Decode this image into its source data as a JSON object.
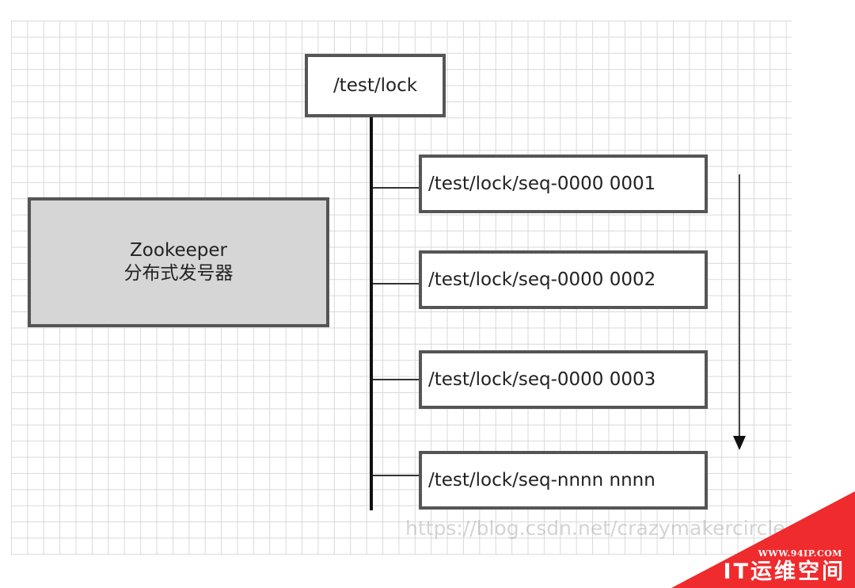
{
  "diagram": {
    "root_node": "/test/lock",
    "generator": {
      "line1": "Zookeeper",
      "line2": "分布式发号器"
    },
    "children": [
      "/test/lock/seq-0000 0001",
      "/test/lock/seq-0000 0002",
      "/test/lock/seq-0000 0003",
      "/test/lock/seq-nnnn nnnn"
    ]
  },
  "watermark": "https://blog.csdn.net/crazymakercircle",
  "corner_logo": {
    "url": "WWW.94IP.COM",
    "name": "IT运维空间"
  },
  "colors": {
    "generator_fill": "#d6d6d6",
    "box_border": "#555555",
    "logo_red": "#ef2b2d"
  }
}
